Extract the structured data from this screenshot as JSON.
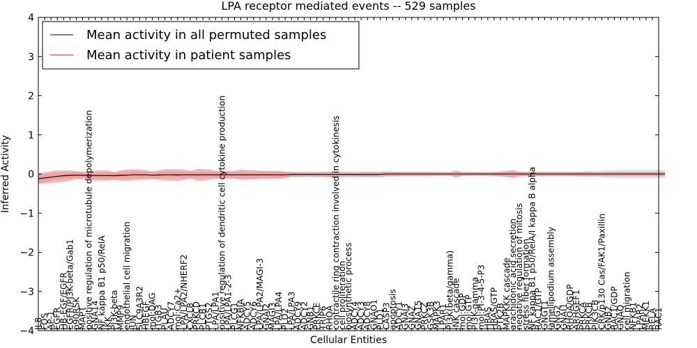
{
  "chart_data": {
    "type": "line",
    "title": "LPA receptor mediated events -- 529 samples",
    "xlabel": "Cellular Entities",
    "ylabel": "Inferred Activity",
    "ylim": [
      -4,
      4
    ],
    "yticks": [
      -4,
      -3,
      -2,
      -1,
      0,
      1,
      2,
      3,
      4
    ],
    "grid": false,
    "legend_position": "top-left",
    "colors": {
      "permuted": "#000000",
      "permuted_band": "#bbbbbb",
      "patient": "#ff0000",
      "patient_band": "#f08080"
    },
    "categories": [
      "IL8",
      "FOS",
      "AP-1",
      "EGFR",
      "HB-EGF/EGFR",
      "EGFR/PI3K-beta/Gab1",
      "p90RSK",
      "MAPT",
      "positive regulation of microtubule depolymerization",
      "GNA14",
      "NF kappa B1 p50/RelA",
      "IKK",
      "PI3K-beta",
      "MMP9",
      "endothelial cell migration",
      "JUN",
      "SLC9A3R2",
      "HBEGF",
      "mol:DAG",
      "ITGB3",
      "PLAU",
      "ADCY7",
      "mol:Ca2+",
      "LPA/LPA2/NHERF2",
      "CXCL8",
      "PRKCD",
      "PLCB1",
      "PTGS2",
      "LPA/LPA1",
      "positive regulation of dendritic cell cytokine production",
      "LPA/LPA1-2-3",
      "PLCG1",
      "NFKBIA",
      "ADCY5",
      "ADCY6",
      "LPA/LPA2/MAGI-3",
      "GNAI2",
      "MAGI3",
      "LPA/LPA4",
      "PLD2",
      "LPA/LPA3",
      "ADCY9",
      "ADCY2",
      "GNB1",
      "PRKCE",
      "TRIP6",
      "RHOA",
      "contractile ring contraction involved in cytokinesis",
      "cell proliferation",
      "biosynthetic process",
      "ADCY4",
      "ADCY3",
      "ADCY8",
      "GNAO1",
      "PLD1",
      "CASP3",
      "apoptosis",
      "ADCY1",
      "GNAI3",
      "GNAZ",
      "GNA15",
      "PRKCZ",
      "GSK3B",
      "MAPK3",
      "LPAR1",
      "PI3K(beta/gamma)",
      "JNK cascade",
      "mol:GDP",
      "mol:GTP",
      "PI3K-gamma",
      "mol:PI-3-4-5-P3",
      "HRAS",
      "HRAS/GTP",
      "PTK2B",
      "MAPKKK cascade",
      "arachidonic acid secretion",
      "negative regulation of mitosis",
      "stress fiber formation",
      "NF kappa B1 p50/RelA/I kappa B alpha",
      "RAC1/GTP",
      "GNGT1",
      "lamellipodium assembly",
      "GNG2",
      "GNAI1",
      "RHOA/GDP",
      "ARHGEF1",
      "PRKCA",
      "PRKCB",
      "PIK3CB",
      "CRK/p130 Cas/FAK1/Paxillin",
      "GNB2",
      "RAC1/GDP",
      "GNAQ",
      "cell migration",
      "NFKB1",
      "LPAR2",
      "MEKK1",
      "RELA",
      "RAC1"
    ],
    "series": [
      {
        "name": "Mean activity in all permuted samples",
        "values": [
          -0.12,
          -0.1,
          -0.08,
          -0.06,
          -0.04,
          -0.03,
          -0.03,
          -0.03,
          -0.03,
          -0.04,
          -0.04,
          -0.04,
          -0.04,
          -0.03,
          -0.03,
          -0.02,
          -0.02,
          -0.02,
          -0.03,
          -0.02,
          -0.02,
          -0.02,
          -0.02,
          -0.02,
          -0.02,
          -0.02,
          -0.02,
          -0.02,
          -0.02,
          -0.02,
          -0.02,
          -0.02,
          -0.02,
          -0.02,
          -0.02,
          -0.02,
          -0.02,
          -0.02,
          -0.02,
          -0.02,
          -0.01,
          -0.01,
          -0.01,
          -0.01,
          -0.01,
          -0.01,
          -0.01,
          -0.01,
          -0.01,
          -0.01,
          -0.01,
          -0.01,
          -0.01,
          -0.01,
          -0.01,
          0,
          0,
          0,
          0,
          0,
          0,
          0,
          0,
          0,
          0,
          0,
          0,
          0,
          0,
          0,
          0,
          0,
          0,
          0,
          0,
          0,
          0,
          0,
          0,
          0,
          0,
          0,
          0,
          0,
          0,
          0,
          0,
          0,
          0,
          0,
          0,
          0,
          0,
          0,
          0,
          0,
          0,
          0,
          0,
          0
        ],
        "band": [
          0.1,
          0.1,
          0.09,
          0.09,
          0.08,
          0.08,
          0.08,
          0.08,
          0.08,
          0.08,
          0.08,
          0.08,
          0.08,
          0.08,
          0.08,
          0.08,
          0.08,
          0.08,
          0.08,
          0.08,
          0.08,
          0.08,
          0.08,
          0.08,
          0.08,
          0.08,
          0.08,
          0.08,
          0.08,
          0.08,
          0.08,
          0.08,
          0.08,
          0.08,
          0.08,
          0.08,
          0.08,
          0.08,
          0.08,
          0.08,
          0.07,
          0.07,
          0.07,
          0.07,
          0.07,
          0.07,
          0.07,
          0.07,
          0.07,
          0.07,
          0.07,
          0.07,
          0.07,
          0.07,
          0.07,
          0.06,
          0.06,
          0.06,
          0.06,
          0.06,
          0.06,
          0.06,
          0.06,
          0.06,
          0.06,
          0.06,
          0.06,
          0.06,
          0.06,
          0.06,
          0.06,
          0.06,
          0.06,
          0.06,
          0.06,
          0.06,
          0.06,
          0.06,
          0.06,
          0.06,
          0.06,
          0.06,
          0.06,
          0.06,
          0.06,
          0.06,
          0.06,
          0.07,
          0.07,
          0.08,
          0.09,
          0.09,
          0.1,
          0.1,
          0.1,
          0.1,
          0.1,
          0.1,
          0.1,
          0.1
        ]
      },
      {
        "name": "Mean activity in patient samples",
        "values": [
          -0.12,
          -0.1,
          -0.08,
          -0.06,
          -0.05,
          -0.04,
          -0.03,
          -0.03,
          -0.04,
          -0.04,
          -0.04,
          -0.04,
          -0.05,
          -0.04,
          -0.03,
          -0.02,
          -0.02,
          -0.02,
          -0.03,
          -0.03,
          -0.02,
          -0.02,
          -0.03,
          -0.02,
          -0.02,
          -0.02,
          -0.02,
          -0.02,
          -0.02,
          -0.02,
          -0.02,
          -0.02,
          -0.02,
          -0.02,
          -0.02,
          -0.02,
          -0.02,
          -0.02,
          -0.02,
          -0.02,
          -0.01,
          -0.01,
          -0.01,
          -0.01,
          -0.01,
          -0.01,
          -0.01,
          -0.01,
          -0.01,
          -0.01,
          -0.01,
          -0.01,
          -0.01,
          -0.01,
          -0.01,
          0,
          0,
          0,
          0,
          0,
          0,
          0,
          0,
          0,
          0,
          0,
          0,
          0,
          0,
          0,
          0,
          0,
          0,
          0,
          0,
          0,
          0,
          0,
          0,
          0,
          0,
          0,
          0,
          0,
          0,
          0,
          0,
          0,
          0,
          0,
          0,
          0,
          0,
          0,
          0,
          0,
          0,
          0,
          0,
          0
        ],
        "band": [
          0.13,
          0.14,
          0.15,
          0.15,
          0.14,
          0.13,
          0.1,
          0.09,
          0.1,
          0.13,
          0.13,
          0.13,
          0.1,
          0.13,
          0.14,
          0.14,
          0.13,
          0.12,
          0.1,
          0.12,
          0.14,
          0.14,
          0.15,
          0.13,
          0.1,
          0.14,
          0.15,
          0.13,
          0.1,
          0.1,
          0.1,
          0.1,
          0.13,
          0.12,
          0.12,
          0.1,
          0.1,
          0.1,
          0.1,
          0.08,
          0.06,
          0.06,
          0.05,
          0.05,
          0.06,
          0.06,
          0.07,
          0.07,
          0.06,
          0.05,
          0.05,
          0.06,
          0.06,
          0.06,
          0.06,
          0.06,
          0.06,
          0.05,
          0.05,
          0.05,
          0.05,
          0.05,
          0.05,
          0.04,
          0.04,
          0.04,
          0.09,
          0.04,
          0.04,
          0.04,
          0.04,
          0.04,
          0.05,
          0.06,
          0.08,
          0.1,
          0.06,
          0.05,
          0.05,
          0.05,
          0.05,
          0.05,
          0.05,
          0.05,
          0.05,
          0.05,
          0.06,
          0.06,
          0.05,
          0.05,
          0.05,
          0.05,
          0.05,
          0.05,
          0.05,
          0.05,
          0.05,
          0.05,
          0.05,
          0.05
        ]
      }
    ]
  }
}
